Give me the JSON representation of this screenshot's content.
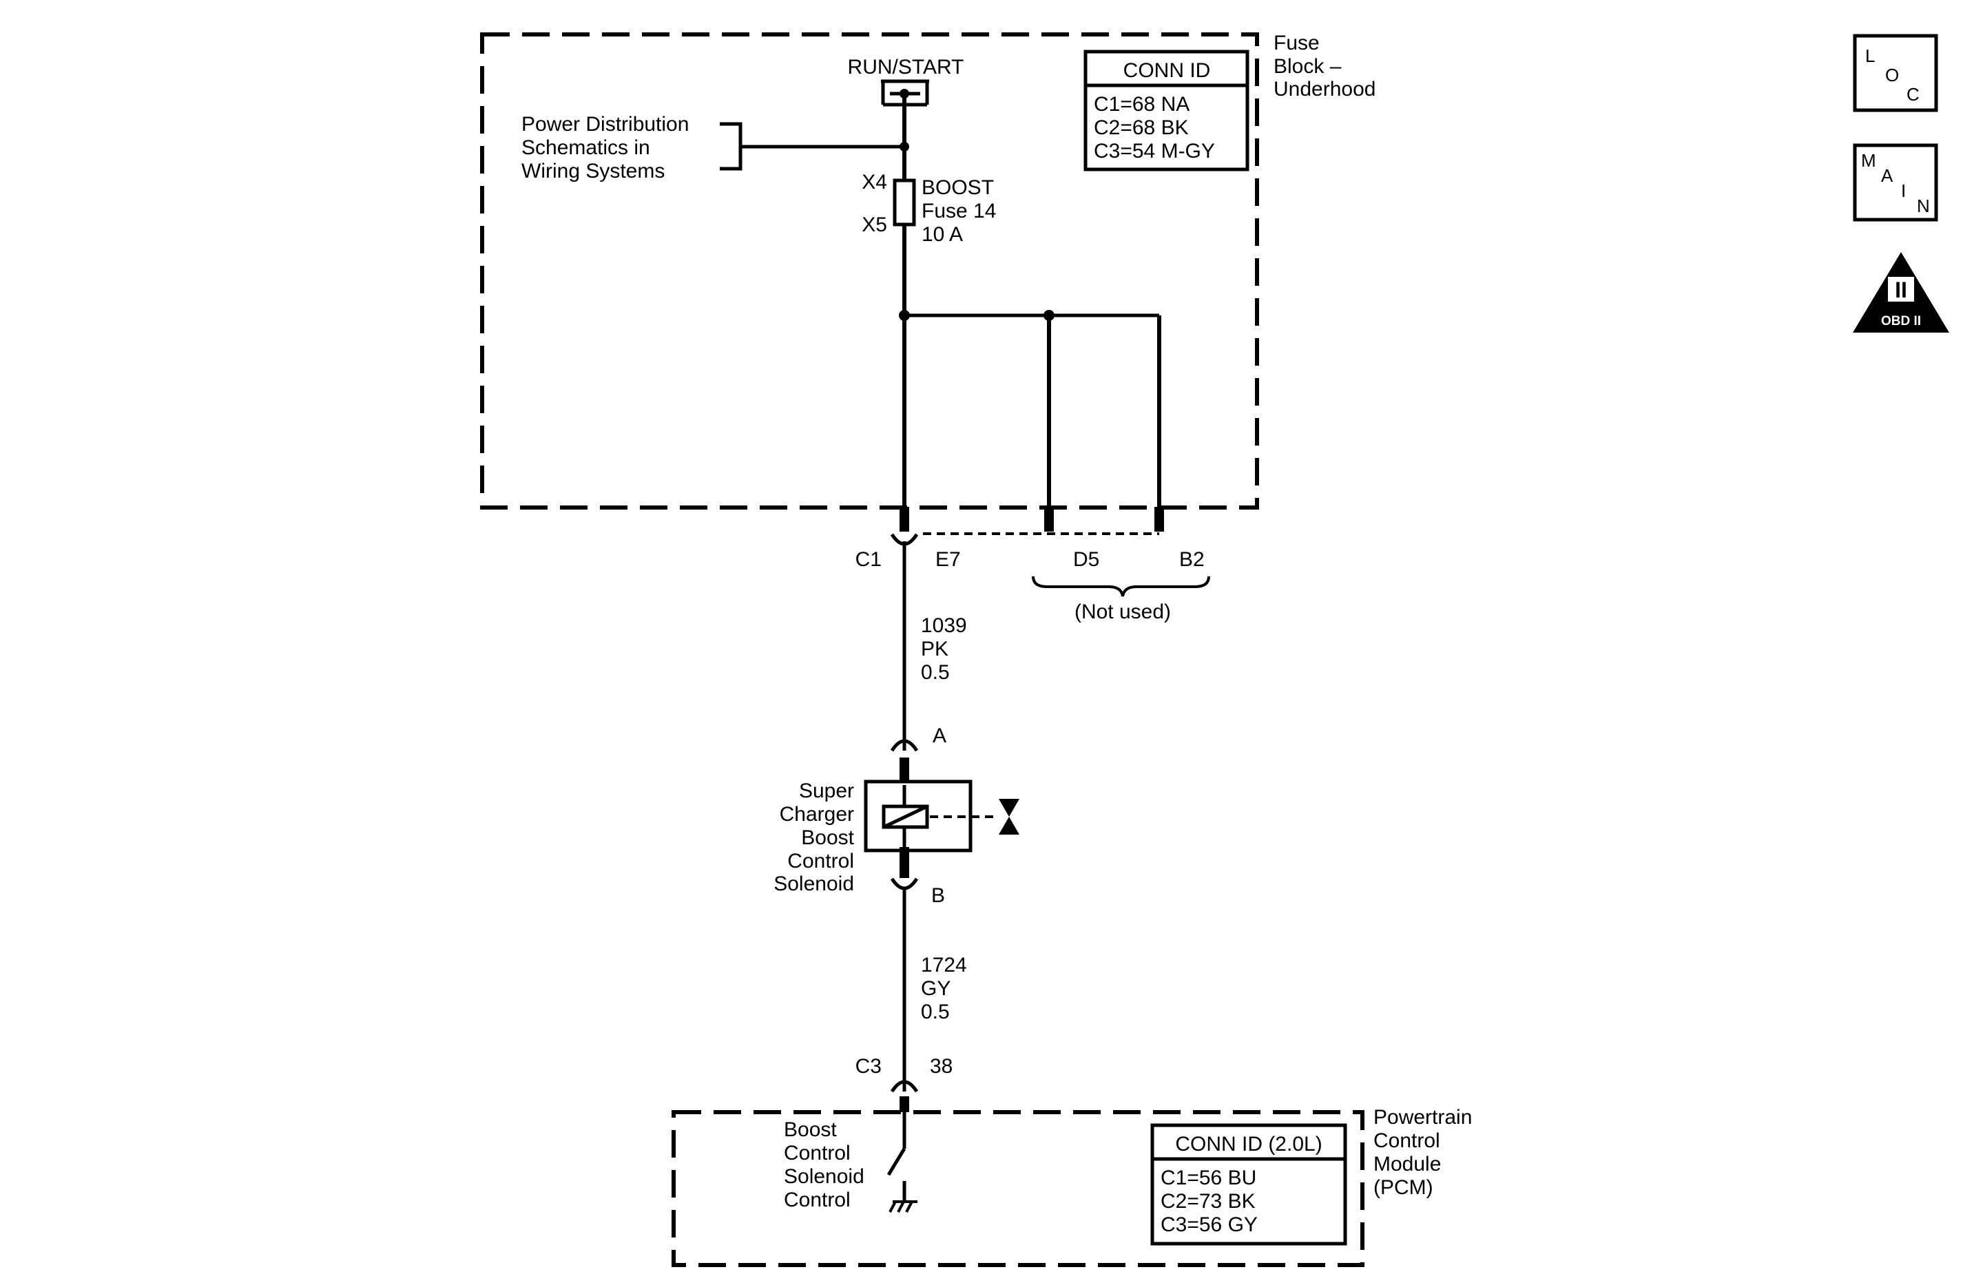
{
  "fuse_block": {
    "label": [
      "Fuse",
      "Block –",
      "Underhood"
    ],
    "power_source": "RUN/START",
    "reference": [
      "Power Distribution",
      "Schematics in",
      "Wiring Systems"
    ],
    "fuse": {
      "in_terminal": "X4",
      "out_terminal": "X5",
      "label": [
        "BOOST",
        "Fuse 14",
        "10 A"
      ]
    },
    "conn_id": {
      "title": "CONN ID",
      "rows": [
        "C1=68 NA",
        "C2=68 BK",
        "C3=54 M-GY"
      ]
    },
    "connector": "C1",
    "pins": [
      "E7",
      "D5",
      "B2"
    ],
    "not_used": "(Not used)"
  },
  "wire_1": {
    "circuit": "1039",
    "color": "PK",
    "gauge": "0.5"
  },
  "solenoid": {
    "label": [
      "Super",
      "Charger",
      "Boost",
      "Control",
      "Solenoid"
    ],
    "pin_a": "A",
    "pin_b": "B"
  },
  "wire_2": {
    "circuit": "1724",
    "color": "GY",
    "gauge": "0.5"
  },
  "pcm": {
    "connector": "C3",
    "pin": "38",
    "label": [
      "Powertrain",
      "Control",
      "Module",
      "(PCM)"
    ],
    "switch_label": [
      "Boost",
      "Control",
      "Solenoid",
      "Control"
    ],
    "conn_id": {
      "title": "CONN ID (2.0L)",
      "rows": [
        "C1=56 BU",
        "C2=73 BK",
        "C3=56 GY"
      ]
    }
  },
  "side_icons": {
    "loc": [
      "L",
      "O",
      "C"
    ],
    "main": [
      "M",
      "A",
      "I",
      "N"
    ],
    "obd": {
      "numeral": "II",
      "text": "OBD II"
    }
  }
}
